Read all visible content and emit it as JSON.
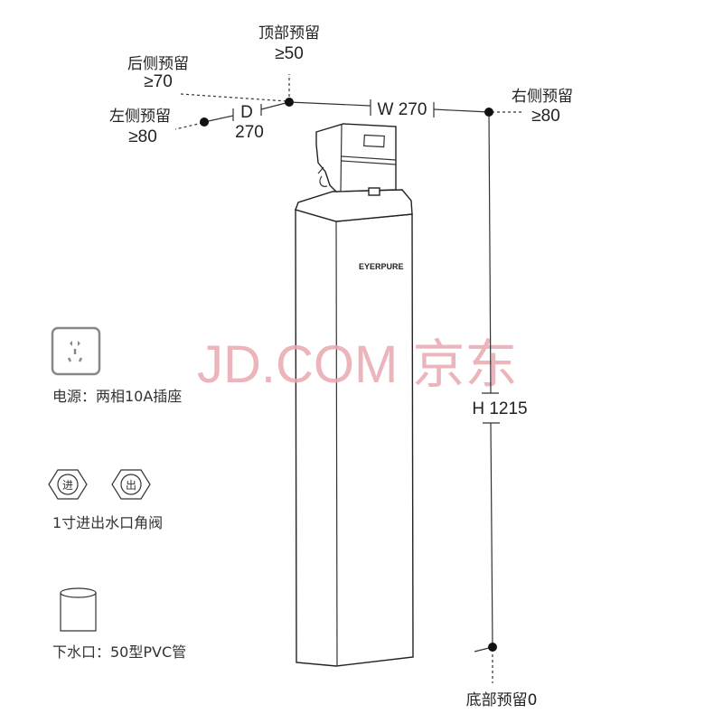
{
  "clearances": {
    "top": {
      "label": "顶部预留",
      "value": "≥50"
    },
    "back": {
      "label": "后侧预留",
      "value": "≥70"
    },
    "left": {
      "label": "左侧预留",
      "value": "≥80"
    },
    "right": {
      "label": "右侧预留",
      "value": "≥80"
    },
    "bottom": {
      "label": "底部预留0"
    }
  },
  "dimensions": {
    "depth_letter": "D",
    "depth_value": "270",
    "width": "W 270",
    "height": "H 1215"
  },
  "product": {
    "brand": "EYERPURE"
  },
  "watermark": "JD.COM 京东",
  "requirements": [
    {
      "icon": "power-socket-icon",
      "text": "电源：两相10A插座"
    },
    {
      "icon": "valve-icon",
      "text": "1寸进出水口角阀",
      "badges": [
        "进",
        "出"
      ]
    },
    {
      "icon": "drain-pipe-icon",
      "text": "下水口：50型PVC管"
    }
  ],
  "colors": {
    "watermark": "#e9a9b0",
    "icon_gray": "#888888"
  }
}
